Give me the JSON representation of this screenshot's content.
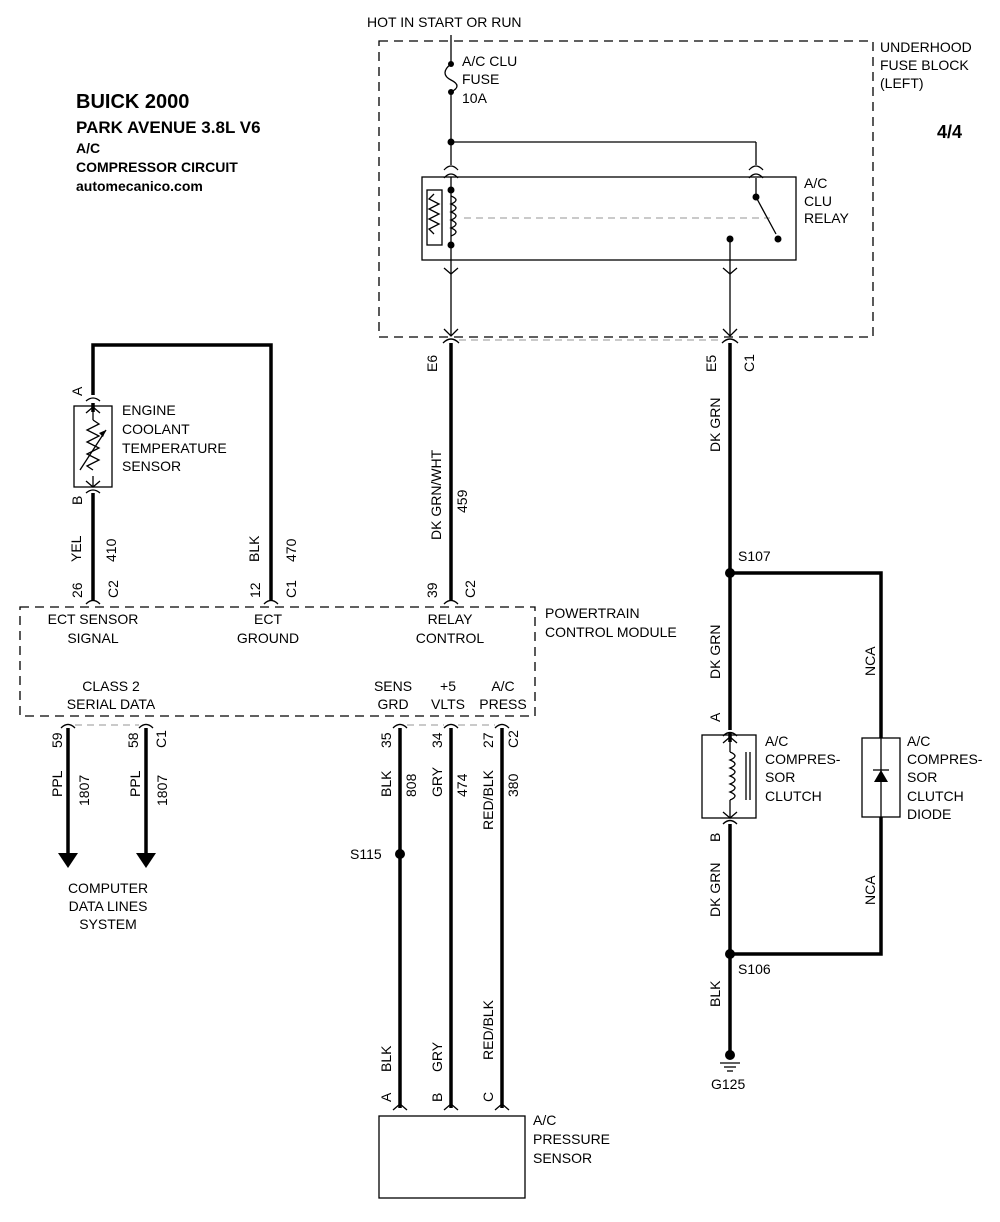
{
  "header": {
    "make_year": "BUICK 2000",
    "model": "PARK AVENUE  3.8L  V6",
    "system": "A/C",
    "circuit": "COMPRESSOR CIRCUIT",
    "site": "automecanico.com",
    "page": "4/4"
  },
  "power": {
    "hot": "HOT IN START OR RUN"
  },
  "fuse_block": {
    "label": [
      "UNDERHOOD",
      "FUSE BLOCK",
      "(LEFT)"
    ],
    "fuse": [
      "A/C CLU",
      "FUSE",
      "10A"
    ],
    "relay": [
      "A/C",
      "CLU",
      "RELAY"
    ]
  },
  "pins": {
    "e6": "E6",
    "e5": "E5",
    "e5_conn": "C1",
    "ect_a": "A",
    "ect_b": "B",
    "pcm26": "26",
    "pcm26_conn": "C2",
    "pcm12": "12",
    "pcm12_conn": "C1",
    "pcm39": "39",
    "pcm39_conn": "C2",
    "pcm59": "59",
    "pcm58": "58",
    "pcm58_conn": "C1",
    "pcm35": "35",
    "pcm34": "34",
    "pcm27": "27",
    "pcm27_conn": "C2",
    "clutch_a": "A",
    "clutch_b": "B",
    "ps_a": "A",
    "ps_b": "B",
    "ps_c": "C"
  },
  "wires": {
    "yel": "YEL",
    "n410": "410",
    "blk": "BLK",
    "n470": "470",
    "dkgrnwht": "DK GRN/WHT",
    "n459": "459",
    "dkgrn_top": "DK GRN",
    "dkgrn_mid": "DK GRN",
    "dkgrn_bot": "DK GRN",
    "nca_top": "NCA",
    "nca_bot": "NCA",
    "blk_g": "BLK",
    "ppl1": "PPL",
    "n1807a": "1807",
    "ppl2": "PPL",
    "n1807b": "1807",
    "blk808": "BLK",
    "n808": "808",
    "gry474": "GRY",
    "n474": "474",
    "redblk380": "RED/BLK",
    "n380": "380",
    "blk_low": "BLK",
    "gry_low": "GRY",
    "redblk_low": "RED/BLK"
  },
  "splices": {
    "s107": "S107",
    "s106": "S106",
    "s115": "S115",
    "g125": "G125"
  },
  "ect_sensor": [
    "ENGINE",
    "COOLANT",
    "TEMPERATURE",
    "SENSOR"
  ],
  "pcm": {
    "label": [
      "POWERTRAIN",
      "CONTROL MODULE"
    ],
    "ect_signal": [
      "ECT SENSOR",
      "SIGNAL"
    ],
    "ect_ground": [
      "ECT",
      "GROUND"
    ],
    "relay_control": [
      "RELAY",
      "CONTROL"
    ],
    "class2": [
      "CLASS 2",
      "SERIAL DATA"
    ],
    "sens_grd": [
      "SENS",
      "GRD"
    ],
    "vlts": [
      "+5",
      "VLTS"
    ],
    "ac_press": [
      "A/C",
      "PRESS"
    ]
  },
  "clutch": [
    "A/C",
    "COMPRES-",
    "SOR",
    "CLUTCH"
  ],
  "diode": [
    "A/C",
    "COMPRES-",
    "SOR",
    "CLUTCH",
    "DIODE"
  ],
  "data_lines": [
    "COMPUTER",
    "DATA LINES",
    "SYSTEM"
  ],
  "pressure_sensor": [
    "A/C",
    "PRESSURE",
    "SENSOR"
  ]
}
